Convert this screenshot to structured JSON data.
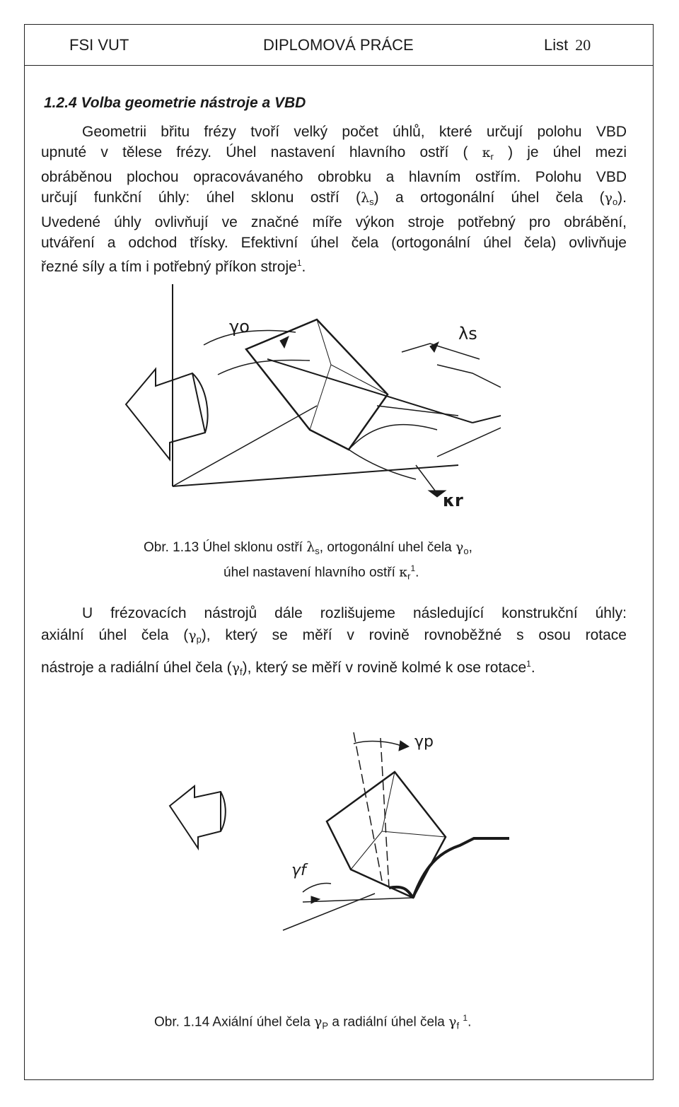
{
  "header": {
    "left": "FSI VUT",
    "center": "DIPLOMOVÁ PRÁCE",
    "right_label": "List",
    "page_number": "20"
  },
  "section": {
    "title": "1.2.4 Volba geometrie nástroje a VBD"
  },
  "paragraph1": {
    "l1": "Geometrii břitu frézy tvoří velký počet úhlů, které určují polohu VBD",
    "l2a": "upnuté v tělese frézy. Úhel nastavení hlavního ostří (",
    "l2b": ") je úhel mezi",
    "l3": "obráběnou plochou opracovávaného obrobku a hlavním ostřím. Polohu VBD",
    "l4a": "určují funkční úhly: úhel sklonu ostří (",
    "l4b": ") a ortogonální úhel čela (",
    "l4c": ").",
    "l5": "Uvedené úhly ovlivňují ve značné míře výkon stroje potřebný pro obrábění,",
    "l6": "utváření a odchod třísky. Efektivní úhel čela (ortogonální úhel čela) ovlivňuje",
    "l7": "řezné síly a tím i potřebný příkon stroje",
    "l7_sup": "1",
    "l7_end": "."
  },
  "symbols": {
    "kappa": "κ",
    "lambda": "λ",
    "gamma": "γ",
    "sub_r": "r",
    "sub_s": "s",
    "sub_o": "o",
    "sub_p": "p",
    "sub_f": "f",
    "sub_P": "P"
  },
  "figure1": {
    "label_gamma_o": "γo",
    "label_lambda_s": "λs",
    "label_kappa_r": "κr"
  },
  "caption1": {
    "line1a": "Obr. 1.13 Úhel sklonu ostří",
    "line1b": ", ortogonální uhel čela",
    "line1c": ",",
    "line2a": "úhel nastavení hlavního ostří",
    "sup": "1",
    "end": "."
  },
  "paragraph2": {
    "l1": "U frézovacích nástrojů dále rozlišujeme následující konstrukční úhly:",
    "l2a": "axiální úhel čela (",
    "l2b": "), který se měří v rovině rovnoběžné s osou rotace",
    "l3a": "nástroje a radiální úhel čela (",
    "l3b": "), který se měří v rovině kolmé k ose rotace",
    "l3_sup": "1",
    "l3_end": "."
  },
  "figure2": {
    "label_gamma_p": "γp",
    "label_gamma_f": "γf"
  },
  "caption2": {
    "a": "Obr. 1.14 Axiální úhel čela",
    "b": "a radiální úhel čela",
    "sup": "1",
    "end": "."
  }
}
